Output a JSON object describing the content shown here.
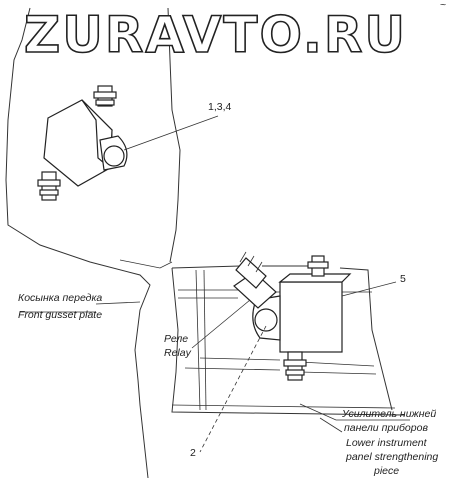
{
  "watermark": "ZURAVTO.RU",
  "callouts": {
    "top_relay_ref": "1,3,4",
    "bottom_relay_ref": "5",
    "bracket_ref": "2"
  },
  "labels": {
    "gusset_ru": "Косынка передка",
    "gusset_en": "Front gusset plate",
    "relay_ru": "Реле",
    "relay_en": "Relay",
    "panel_ru_1": "Усилитель нижней",
    "panel_ru_2": "панели приборов",
    "panel_en_1": "Lower instrument",
    "panel_en_2": "panel strengthening",
    "panel_en_3": "piece"
  },
  "corner_mark": "~"
}
